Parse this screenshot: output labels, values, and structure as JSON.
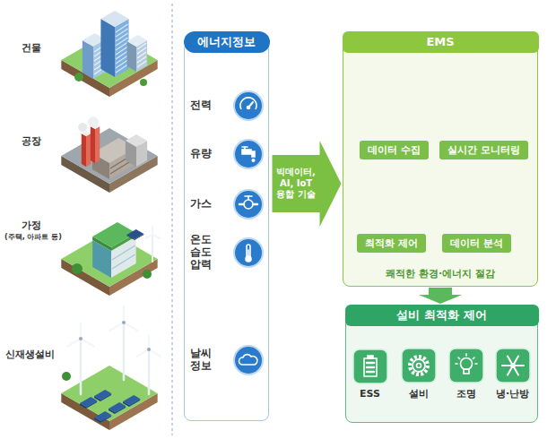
{
  "diagram": {
    "nodes": [
      {
        "text": [
          "에너지정보"
        ]
      },
      {
        "text": [
          "전력"
        ],
        "in": 0
      },
      {
        "text": [
          "유량"
        ],
        "in": 0
      },
      {
        "text": [
          "가스"
        ],
        "in": 0
      },
      {
        "text": [
          "온도 습도 압력"
        ],
        "in": 0
      },
      {
        "text": [
          "날씨 정보"
        ],
        "in": 0
      },
      {
        "text": [
          "EMS",
          "쾌적한 환경·에너지 절감"
        ]
      },
      {
        "text": [
          "데이터 수집"
        ],
        "in": 6
      },
      {
        "text": [
          "실시간 모니터링"
        ],
        "in": 6
      },
      {
        "text": [
          "최적화 제어"
        ],
        "in": 6
      },
      {
        "text": [
          "데이터 분석"
        ],
        "in": 6
      },
      {
        "text": [
          "설비 최적화 제어"
        ]
      },
      {
        "text": [
          "ESS"
        ],
        "in": 11
      },
      {
        "text": [
          "설비"
        ],
        "in": 11
      },
      {
        "text": [
          "조명"
        ],
        "in": 11
      },
      {
        "text": [
          "냉·난방"
        ],
        "in": 11
      }
    ],
    "edges": [
      {
        "from": 0,
        "to": 6,
        "arrow": "to",
        "label": "빅데이터, AI, IoT 융합 기술"
      },
      {
        "from": 7,
        "to": 8,
        "arrow": "to"
      },
      {
        "from": 8,
        "to": 10,
        "arrow": "to"
      },
      {
        "from": 10,
        "to": 9,
        "arrow": "to"
      },
      {
        "from": 6,
        "to": 11,
        "arrow": "to"
      }
    ],
    "labels": [
      "건물",
      "공장",
      "가정",
      "(주택, 아파트 등)",
      "신재생설비"
    ]
  }
}
